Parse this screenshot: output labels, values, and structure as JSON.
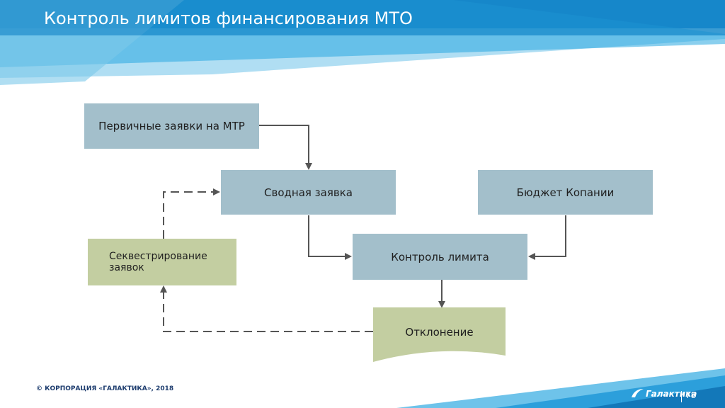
{
  "slide": {
    "title": "Контроль лимитов финансирования МТО",
    "copyright": "© КОРПОРАЦИЯ «ГАЛАКТИКА», 2018",
    "logo_text": "Галактика",
    "page_number": "78"
  },
  "diagram": {
    "nodes": {
      "primary_requests": "Первичные заявки на МТР",
      "summary_request": "Сводная заявка",
      "company_budget": "Бюджет Копании",
      "limit_control": "Контроль лимита",
      "sequestration": "Секвестрирование заявок",
      "deviation": "Отклонение"
    }
  },
  "colors": {
    "header_blue": "#1b8fd1",
    "box_blue": "#a3bfcb",
    "box_green": "#c3cea1",
    "arrow": "#555555"
  }
}
